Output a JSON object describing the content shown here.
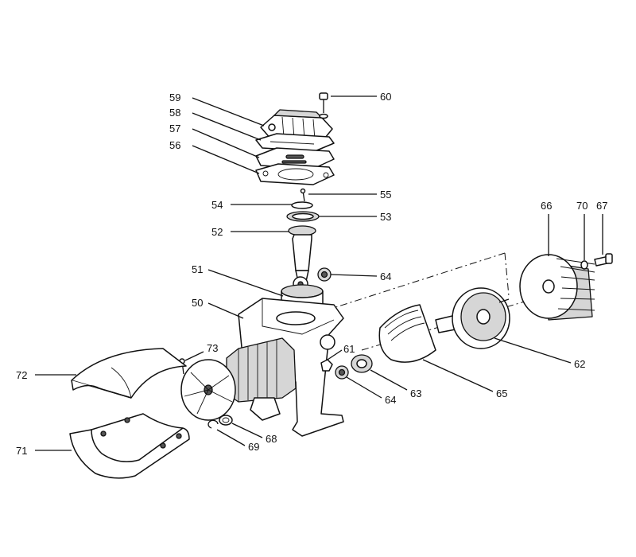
{
  "callouts": [
    {
      "id": "c59",
      "label": "59"
    },
    {
      "id": "c58",
      "label": "58"
    },
    {
      "id": "c57",
      "label": "57"
    },
    {
      "id": "c56",
      "label": "56"
    },
    {
      "id": "c60",
      "label": "60"
    },
    {
      "id": "c55",
      "label": "55"
    },
    {
      "id": "c54",
      "label": "54"
    },
    {
      "id": "c53",
      "label": "53"
    },
    {
      "id": "c52",
      "label": "52"
    },
    {
      "id": "c51",
      "label": "51"
    },
    {
      "id": "c64a",
      "label": "64"
    },
    {
      "id": "c50",
      "label": "50"
    },
    {
      "id": "c66",
      "label": "66"
    },
    {
      "id": "c70",
      "label": "70"
    },
    {
      "id": "c67",
      "label": "67"
    },
    {
      "id": "c62",
      "label": "62"
    },
    {
      "id": "c61",
      "label": "61"
    },
    {
      "id": "c63",
      "label": "63"
    },
    {
      "id": "c64b",
      "label": "64"
    },
    {
      "id": "c65",
      "label": "65"
    },
    {
      "id": "c73",
      "label": "73"
    },
    {
      "id": "c72",
      "label": "72"
    },
    {
      "id": "c71",
      "label": "71"
    },
    {
      "id": "c68",
      "label": "68"
    },
    {
      "id": "c69",
      "label": "69"
    }
  ]
}
